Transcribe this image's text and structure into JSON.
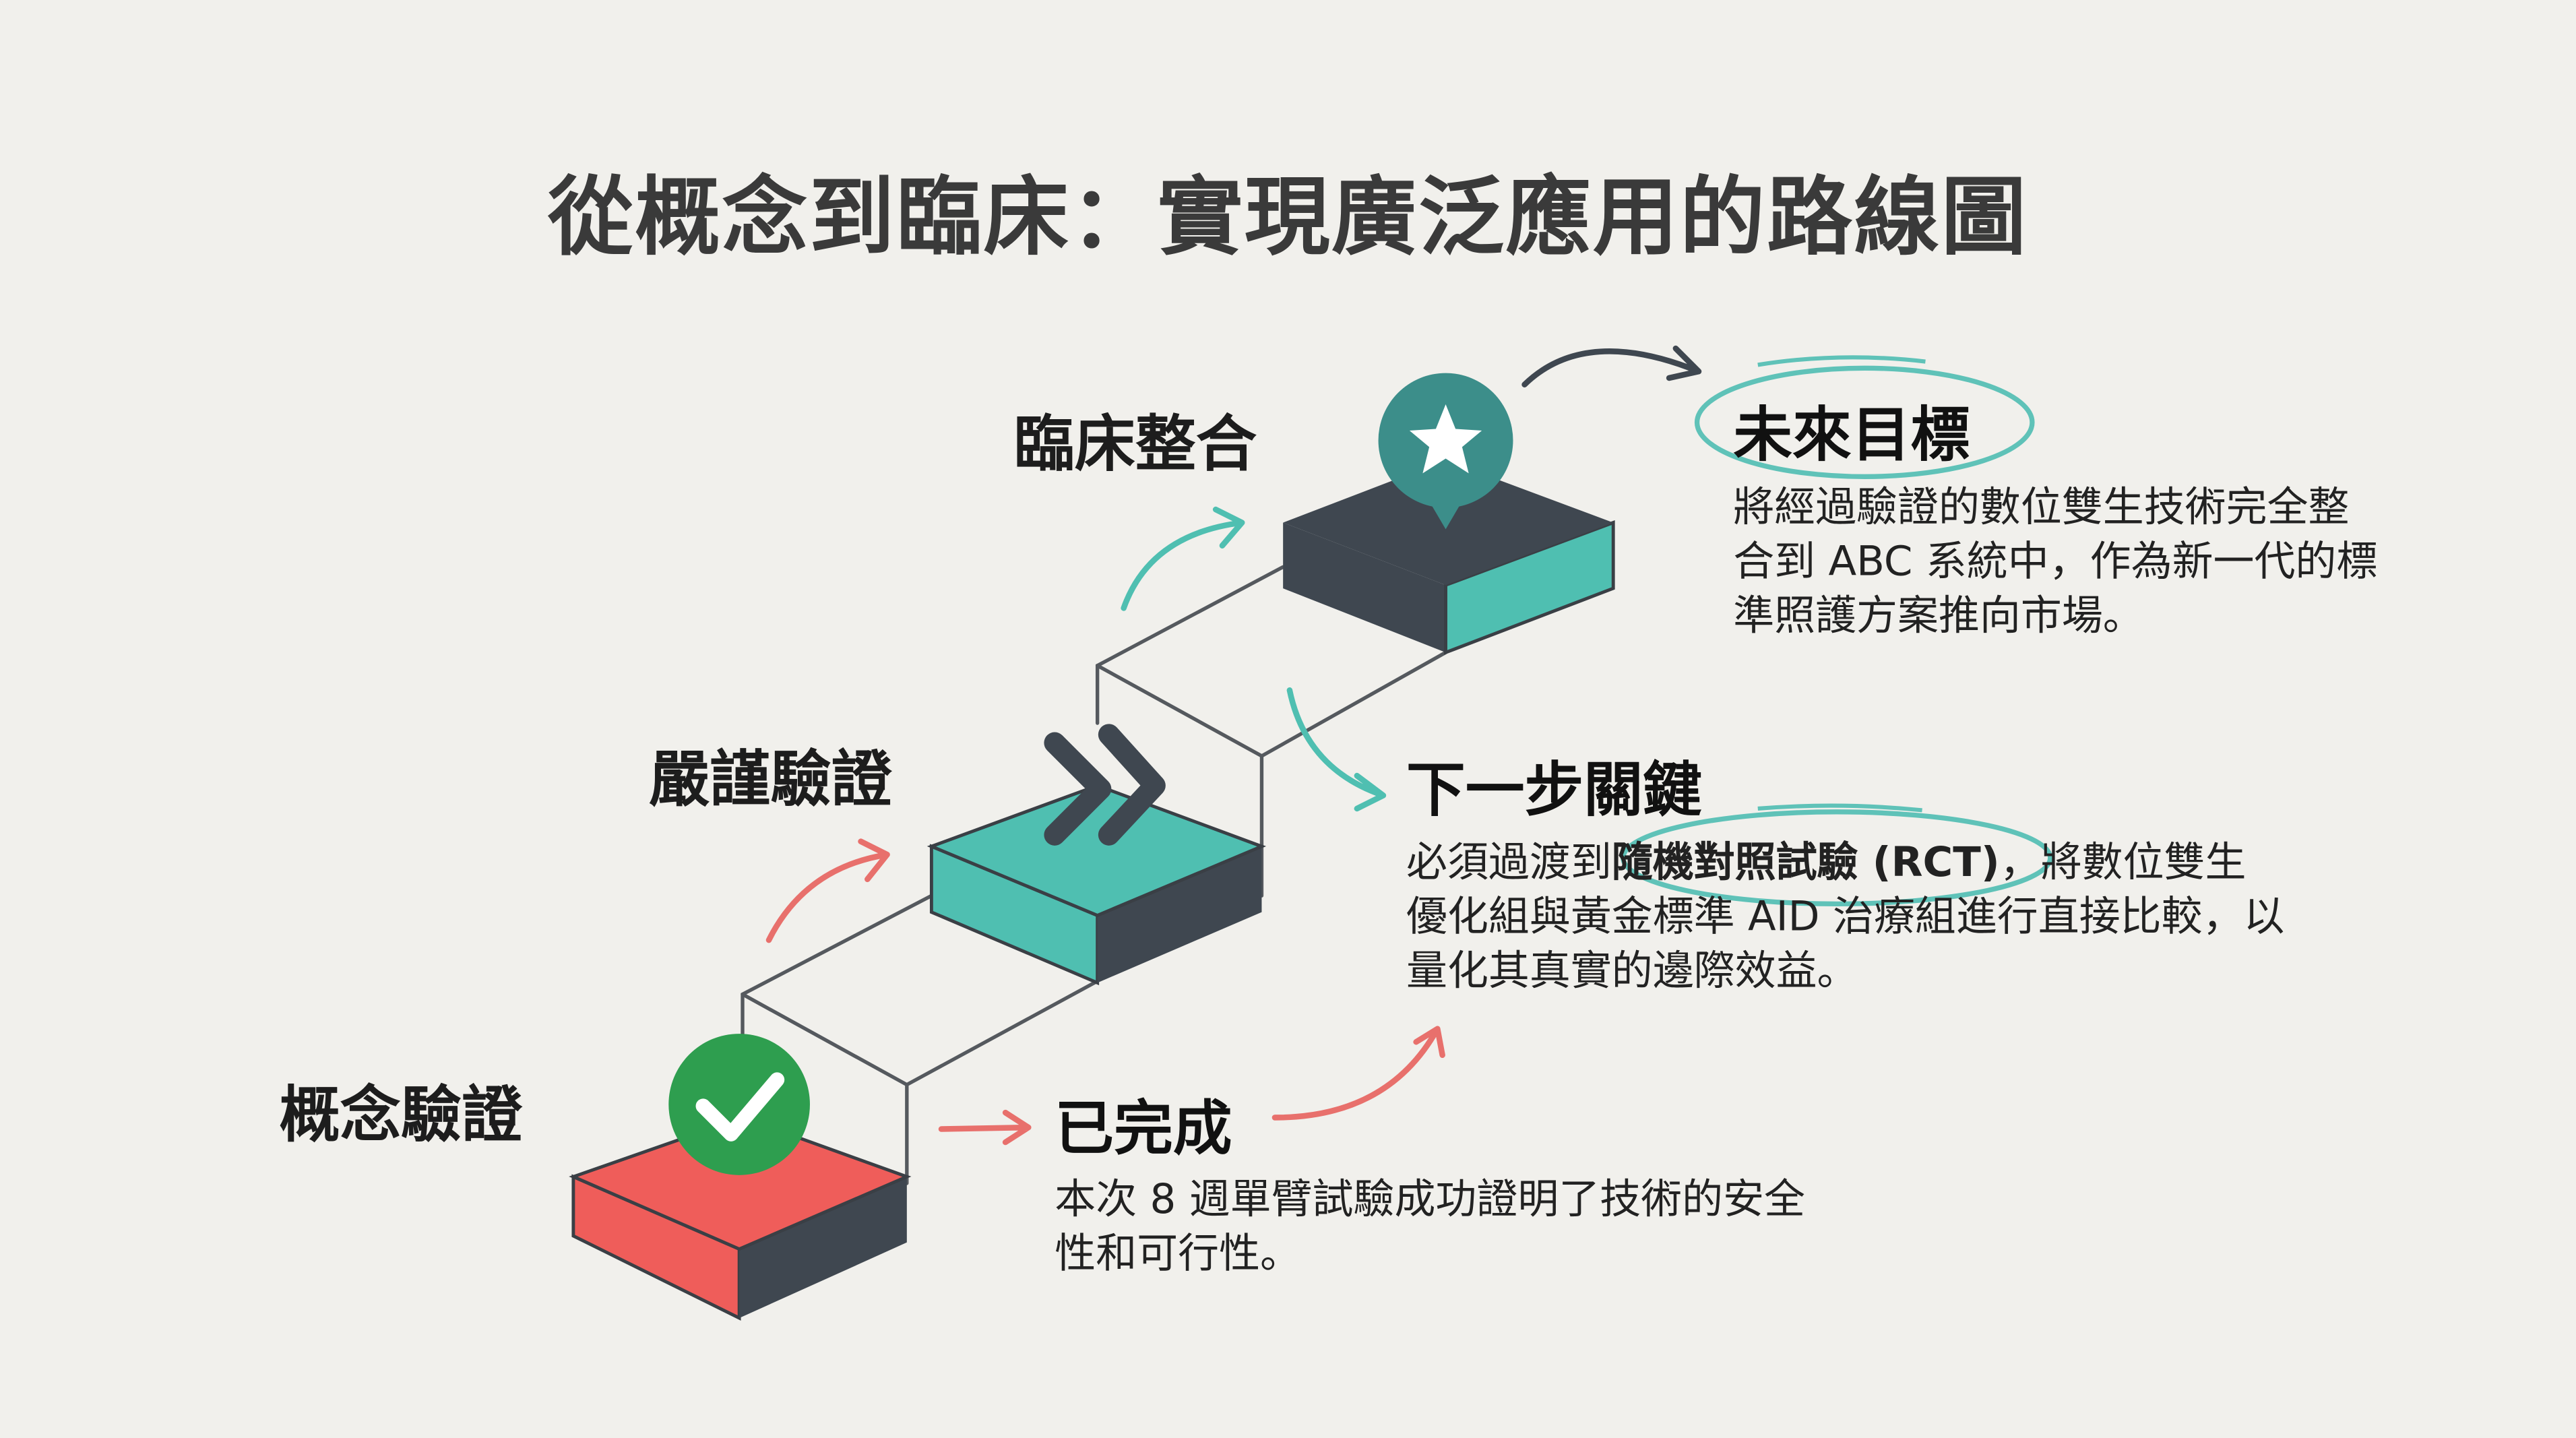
{
  "title": "從概念到臨床：實現廣泛應用的路線圖",
  "stages": [
    {
      "label": "概念驗證",
      "color": "#ef5d5a",
      "icon": "check-circle-icon"
    },
    {
      "label": "嚴謹驗證",
      "color": "#4fbfb1",
      "icon": "double-chevron-icon"
    },
    {
      "label": "臨床整合",
      "color": "#3f4750",
      "icon": "star-pin-icon"
    }
  ],
  "completed": {
    "heading": "已完成",
    "lines": [
      "本次 8 週單臂試驗成功證明了技術的安全",
      "性和可行性。"
    ]
  },
  "next_step": {
    "heading": "下一步關鍵",
    "line1_pre": "必須過渡到",
    "line1_bold": "隨機對照試驗 (RCT)",
    "line1_post": "，將數位雙生",
    "line2": "優化組與黃金標準 AID 治療組進行直接比較，以",
    "line3": "量化其真實的邊際效益。"
  },
  "future": {
    "heading": "未來目標",
    "lines": [
      "將經過驗證的數位雙生技術完全整",
      "合到 ABC 系統中，作為新一代的標",
      "準照護方案推向市場。"
    ]
  },
  "colors": {
    "red": "#ef5d5a",
    "teal": "#4fbfb1",
    "dark": "#3f4750",
    "green": "#2e9e4f",
    "background": "#f1f0ec"
  }
}
